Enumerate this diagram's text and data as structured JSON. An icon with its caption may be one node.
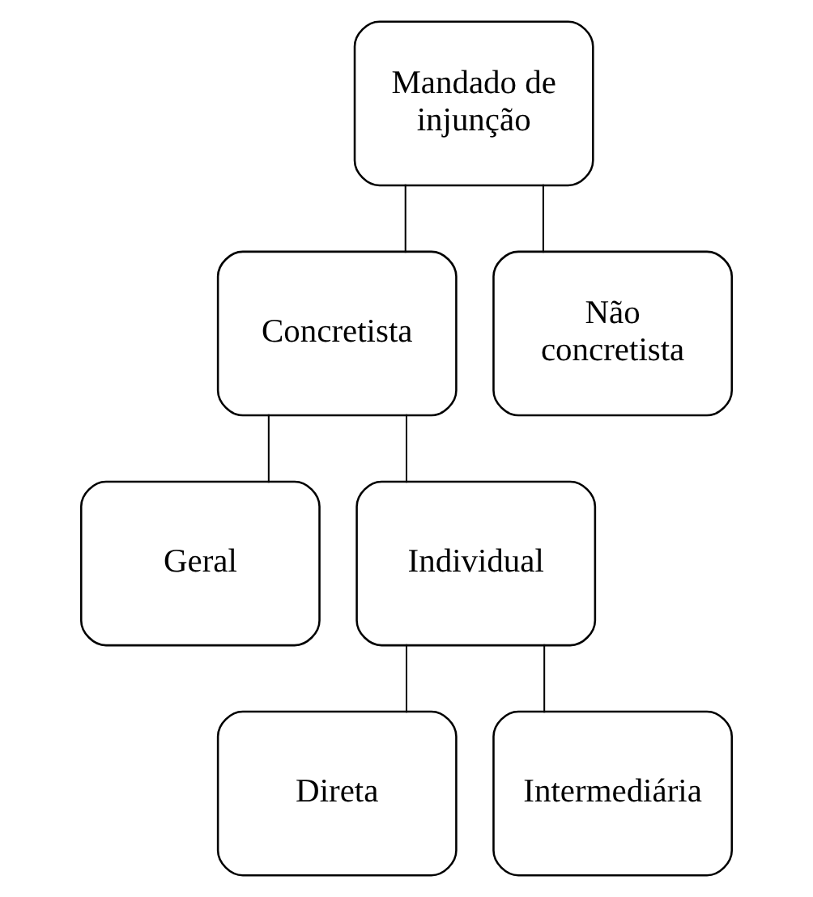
{
  "diagram": {
    "nodes": [
      {
        "text": [
          "Mandado de injunção"
        ]
      },
      {
        "text": [
          "Concretista"
        ]
      },
      {
        "text": [
          "Não concretista"
        ]
      },
      {
        "text": [
          "Geral"
        ]
      },
      {
        "text": [
          "Individual"
        ]
      },
      {
        "text": [
          "Direta"
        ]
      },
      {
        "text": [
          "Intermediária"
        ]
      }
    ],
    "edges": [
      {
        "from": 0,
        "to": 1,
        "arrow": "none"
      },
      {
        "from": 0,
        "to": 2,
        "arrow": "none"
      },
      {
        "from": 1,
        "to": 3,
        "arrow": "none"
      },
      {
        "from": 1,
        "to": 4,
        "arrow": "none"
      },
      {
        "from": 4,
        "to": 5,
        "arrow": "none"
      },
      {
        "from": 4,
        "to": 6,
        "arrow": "none"
      }
    ]
  }
}
